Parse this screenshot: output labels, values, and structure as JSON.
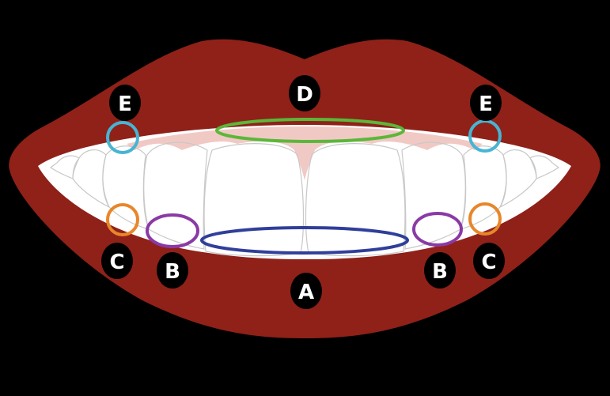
{
  "diagram": {
    "colors": {
      "background": "#000000",
      "lips": "#8f2119",
      "teeth": "#ffffff",
      "tooth_outline": "#c8c8c8",
      "gingiva": "#f1c9c4",
      "label_fill": "#000000",
      "label_text": "#ffffff"
    },
    "regions": [
      {
        "id": "A",
        "color": "#2f3f9a",
        "description_icon": "ellipse-marker"
      },
      {
        "id": "B",
        "color": "#8a3aa6",
        "description_icon": "ellipse-marker"
      },
      {
        "id": "C",
        "color": "#e8862a",
        "description_icon": "circle-marker"
      },
      {
        "id": "D",
        "color": "#5bb73a",
        "description_icon": "ellipse-marker"
      },
      {
        "id": "E",
        "color": "#47b4d3",
        "description_icon": "circle-marker"
      }
    ],
    "labels": {
      "A": "A",
      "B_left": "B",
      "B_right": "B",
      "C_left": "C",
      "C_right": "C",
      "D": "D",
      "E_left": "E",
      "E_right": "E"
    }
  }
}
